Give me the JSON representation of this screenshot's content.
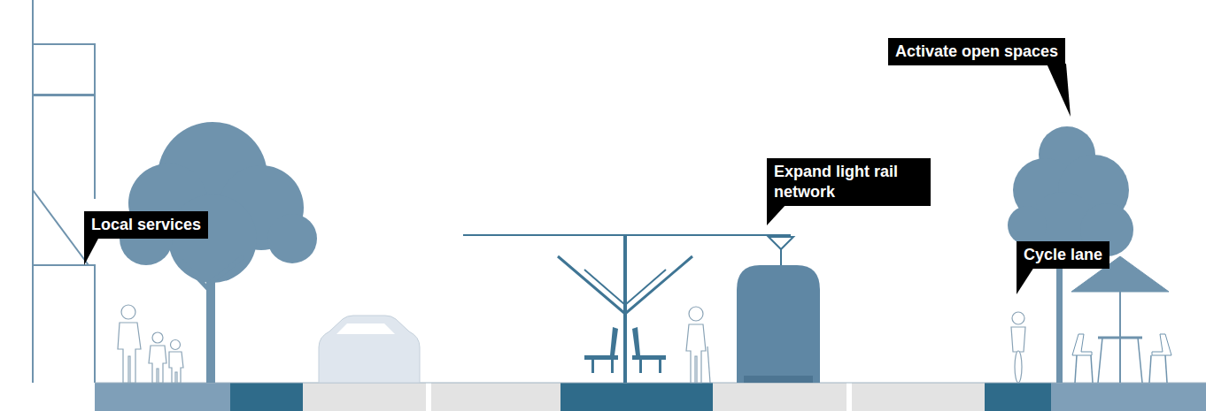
{
  "diagram": {
    "nodes": [
      {
        "text": [
          "Local services"
        ]
      },
      {
        "text": [
          "Expand light rail network"
        ]
      },
      {
        "text": [
          "Activate open spaces"
        ]
      },
      {
        "text": [
          "Cycle lane"
        ]
      }
    ]
  }
}
